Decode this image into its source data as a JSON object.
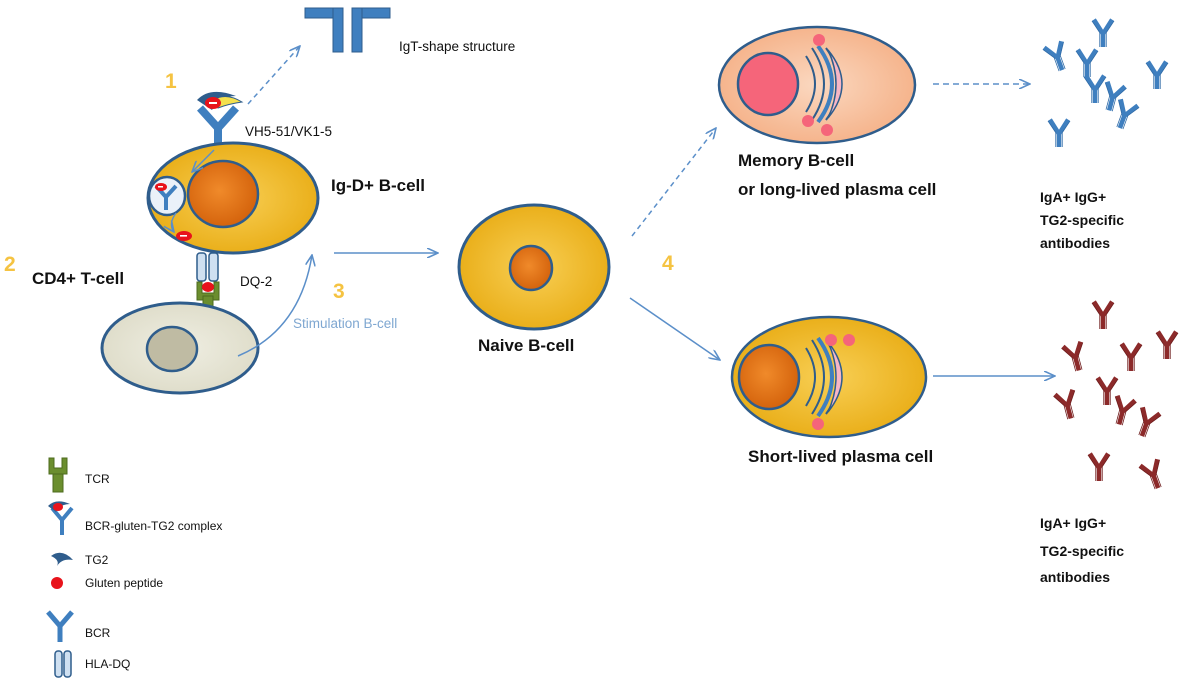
{
  "steps": {
    "s1": "1",
    "s2": "2",
    "s3": "3",
    "s4": "4"
  },
  "labels": {
    "igt_shape": "IgT-shape structure",
    "vh_vk": "VH5-51/VK1-5",
    "igd_bcell": "Ig-D+ B-cell",
    "cd4_tcell": "CD4+ T-cell",
    "dq2": "DQ-2",
    "stimulation": "Stimulation B-cell",
    "naive_bcell": "Naive  B-cell",
    "memory_line1": "Memory B-cell",
    "memory_line2": "or long-lived plasma cell",
    "short_lived": "Short-lived plasma cell",
    "antibodies_top_1": "IgA+ IgG+",
    "antibodies_top_2": "TG2-specific",
    "antibodies_top_3": "antibodies",
    "antibodies_bottom_1": "IgA+ IgG+",
    "antibodies_bottom_2": "TG2-specific",
    "antibodies_bottom_3": "antibodies"
  },
  "legend": [
    {
      "icon": "tcr-icon",
      "label": "TCR"
    },
    {
      "icon": "bcr-gluten-tg2-complex-icon",
      "label": "BCR-gluten-TG2 complex"
    },
    {
      "icon": "tg2-icon",
      "label": "TG2"
    },
    {
      "icon": "gluten-peptide-icon",
      "label": "Gluten peptide"
    },
    {
      "icon": "bcr-icon",
      "label": "BCR"
    },
    {
      "icon": "hla-dq-icon",
      "label": "HLA-DQ"
    }
  ],
  "colors": {
    "bcell_fill": "#efb416",
    "nucleus": "#e06a12",
    "cell_border": "#2f5d8c",
    "blue_antibody": "#3f7fbf",
    "red_antibody": "#8c2a2a",
    "tcr_green": "#6b8e2e",
    "gluten_red": "#e8131b",
    "step_yellow": "#f5c342",
    "memory_fill": "#f6b894",
    "arrow": "#5b8fc9"
  }
}
